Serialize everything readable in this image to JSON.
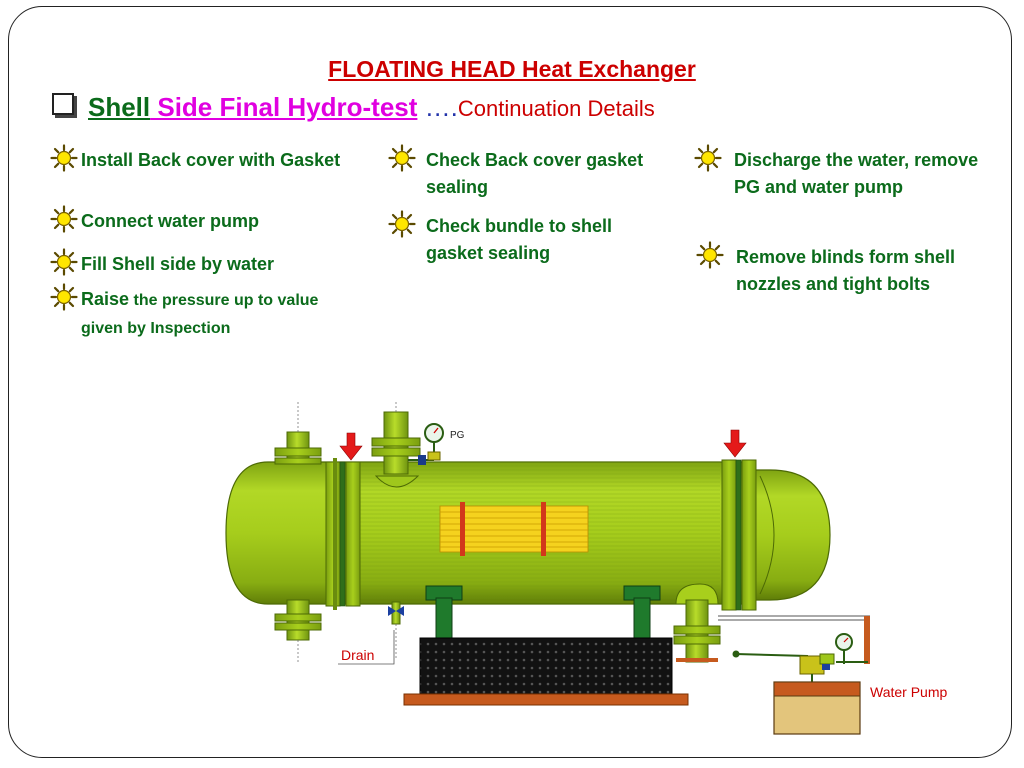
{
  "slide": {
    "title": "FLOATING HEAD Heat Exchanger",
    "subtitle": {
      "word1": "Shell",
      "word2": " Side Final Hydro-test",
      "dots": " ….",
      "word3": "Continuation Details"
    }
  },
  "bullets": {
    "col1": [
      {
        "text": "Install Back cover with Gasket"
      },
      {
        "text": "Connect water pump"
      },
      {
        "text": "Fill Shell side by water"
      },
      {
        "lead": "Raise",
        "rest": " the pressure up to value given by Inspection"
      }
    ],
    "col2": [
      {
        "text": "Check Back cover gasket sealing"
      },
      {
        "text": "Check bundle to shell gasket sealing"
      }
    ],
    "col3": [
      {
        "text": "Discharge the water, remove PG and water pump"
      },
      {
        "text": "Remove blinds form shell nozzles and tight bolts"
      }
    ]
  },
  "diagram": {
    "pg_label": "PG",
    "drain_label": "Drain",
    "pump_label": "Water Pump",
    "colors": {
      "shell": "#a8cf1c",
      "shell_dark": "#5c7a06",
      "tubes": "#f2c81a",
      "support": "#1f7a2c",
      "foundation": "#111111",
      "arrow": "#e41a1a",
      "text_red": "#cc0000",
      "text_green": "#0b6b1b"
    }
  }
}
